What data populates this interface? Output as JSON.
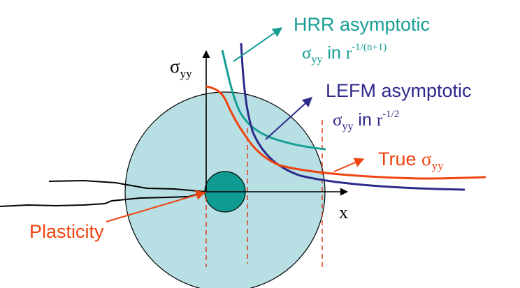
{
  "labels": {
    "hrr_title": "HRR asymptotic",
    "hrr_sigma": "σ",
    "hrr_sigma_sub": "yy",
    "hrr_in": " in ",
    "hrr_r": "r",
    "hrr_exponent": "-1/(n+1)",
    "lefm_title": "LEFM asymptotic",
    "lefm_sigma": "σ",
    "lefm_sigma_sub": "yy",
    "lefm_in": " in ",
    "lefm_r": "r",
    "lefm_exponent": "-1/2",
    "true_word": "True ",
    "true_sigma": "σ",
    "true_sigma_sub": "yy",
    "y_axis_sigma": "σ",
    "y_axis_sub": "yy",
    "x_axis": "x",
    "plasticity": "Plasticity"
  },
  "colors": {
    "hrr": "#169e94",
    "lefm": "#2e2a8c",
    "true_stress": "#ee4410",
    "guide_lines": "#dd3311",
    "plastic_zone_fill": "#b8dfe3",
    "inner_zone_fill": "#0f9b91",
    "axes": "#000000",
    "crack": "#000000"
  }
}
